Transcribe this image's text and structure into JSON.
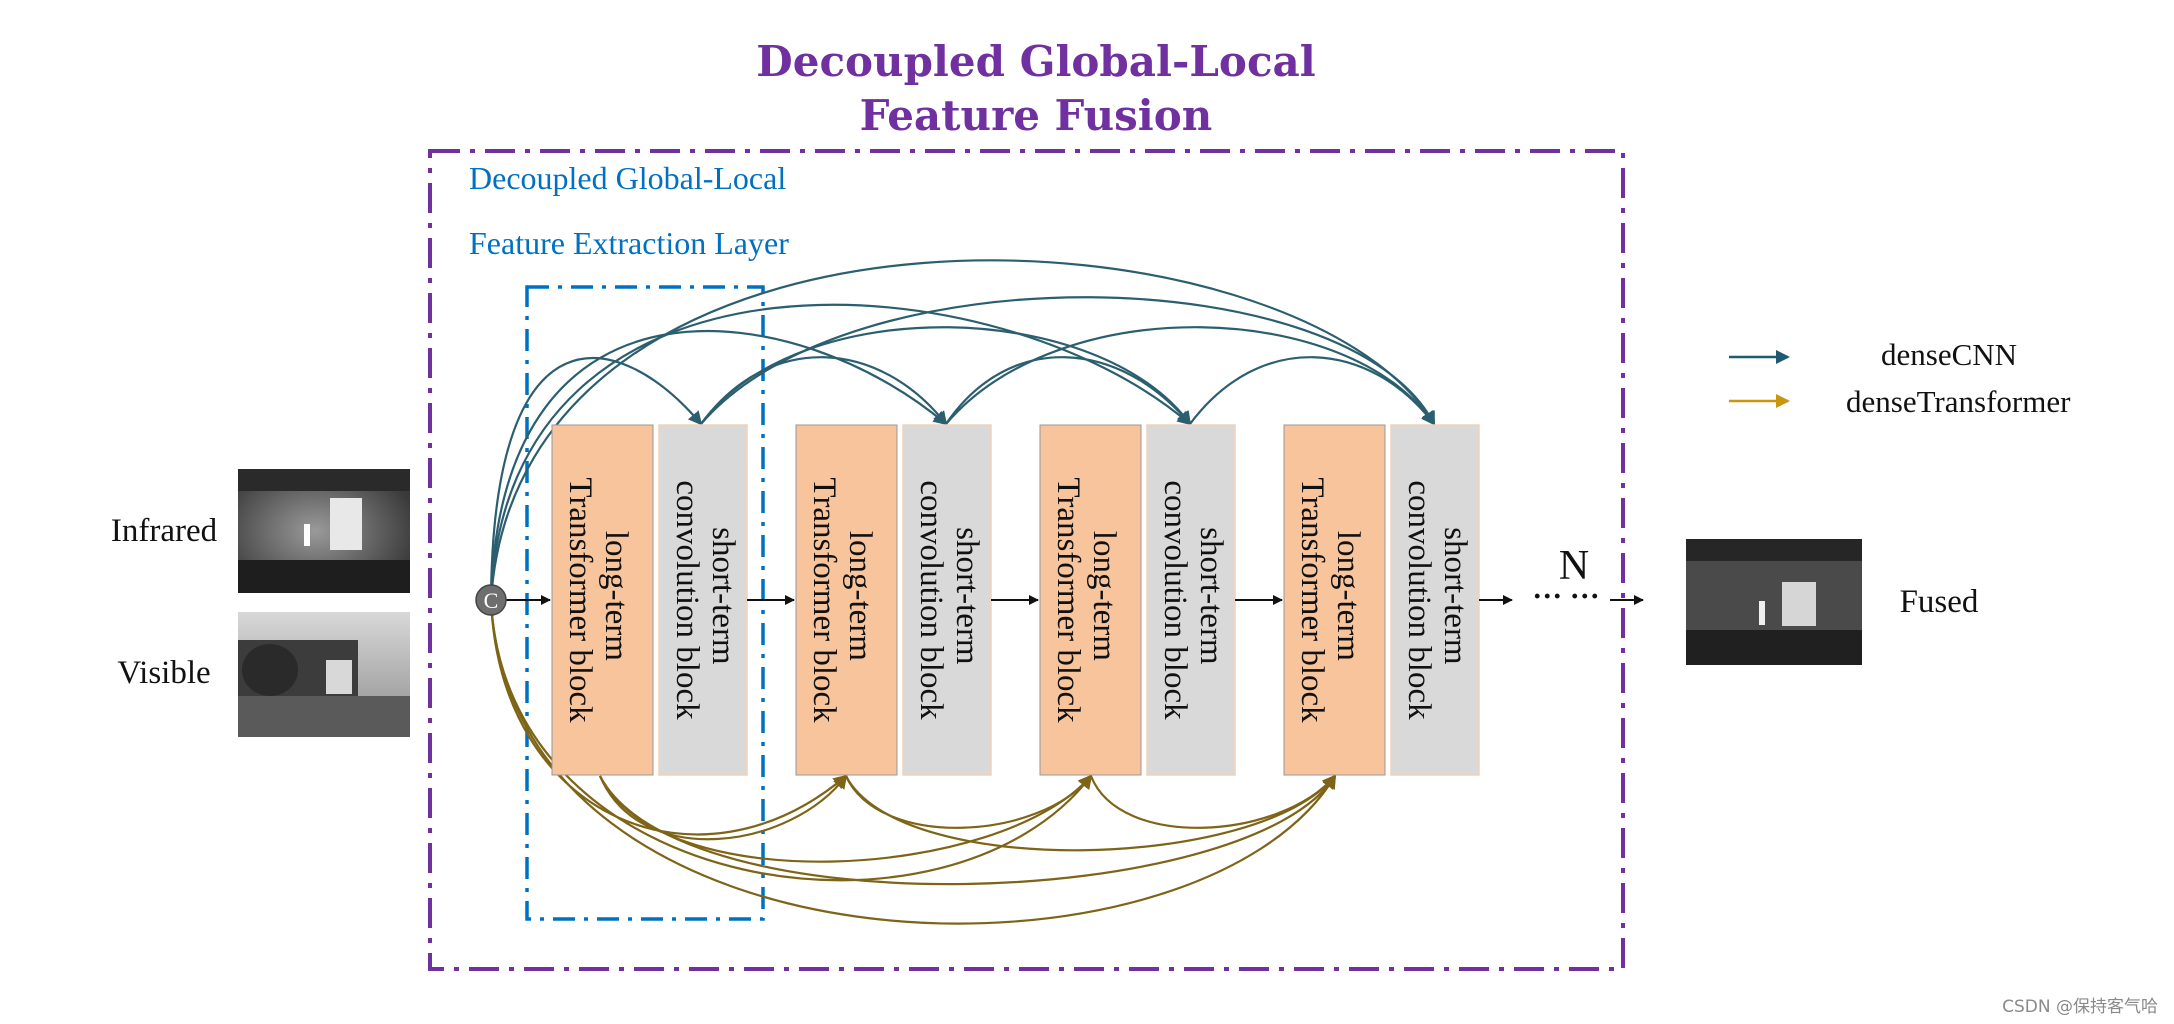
{
  "title": {
    "line1": "Decoupled Global-Local",
    "line2": "Feature Fusion"
  },
  "extraction_layer": {
    "line1": "Decoupled Global-Local",
    "line2": "Feature Extraction Layer"
  },
  "inputs": {
    "infrared_label": "Infrared",
    "visible_label": "Visible"
  },
  "concat_symbol": "C",
  "blocks": [
    {
      "long": [
        "long-term",
        "Transformer block"
      ],
      "short": [
        "short-term",
        "convolution block"
      ]
    },
    {
      "long": [
        "long-term",
        "Transformer block"
      ],
      "short": [
        "short-term",
        "convolution block"
      ]
    },
    {
      "long": [
        "long-term",
        "Transformer block"
      ],
      "short": [
        "short-term",
        "convolution block"
      ]
    },
    {
      "long": [
        "long-term",
        "Transformer block"
      ],
      "short": [
        "short-term",
        "convolution block"
      ]
    }
  ],
  "repeat_label": "N",
  "ellipsis": "··· ···",
  "output_label": "Fused",
  "legend": [
    {
      "label": "denseCNN",
      "color": "#1f5a72"
    },
    {
      "label": "denseTransformer",
      "color": "#c8960f"
    }
  ],
  "colors": {
    "title": "#7030a0",
    "outer_border": "#7030a0",
    "inner_border": "#0070c0",
    "transformer_block": "#f8c49c",
    "conv_block": "#d9d9d9",
    "dense_cnn_arc": "#2b5f70",
    "dense_transformer_arc": "#7d6417"
  },
  "watermark": "CSDN @保持客气哈"
}
